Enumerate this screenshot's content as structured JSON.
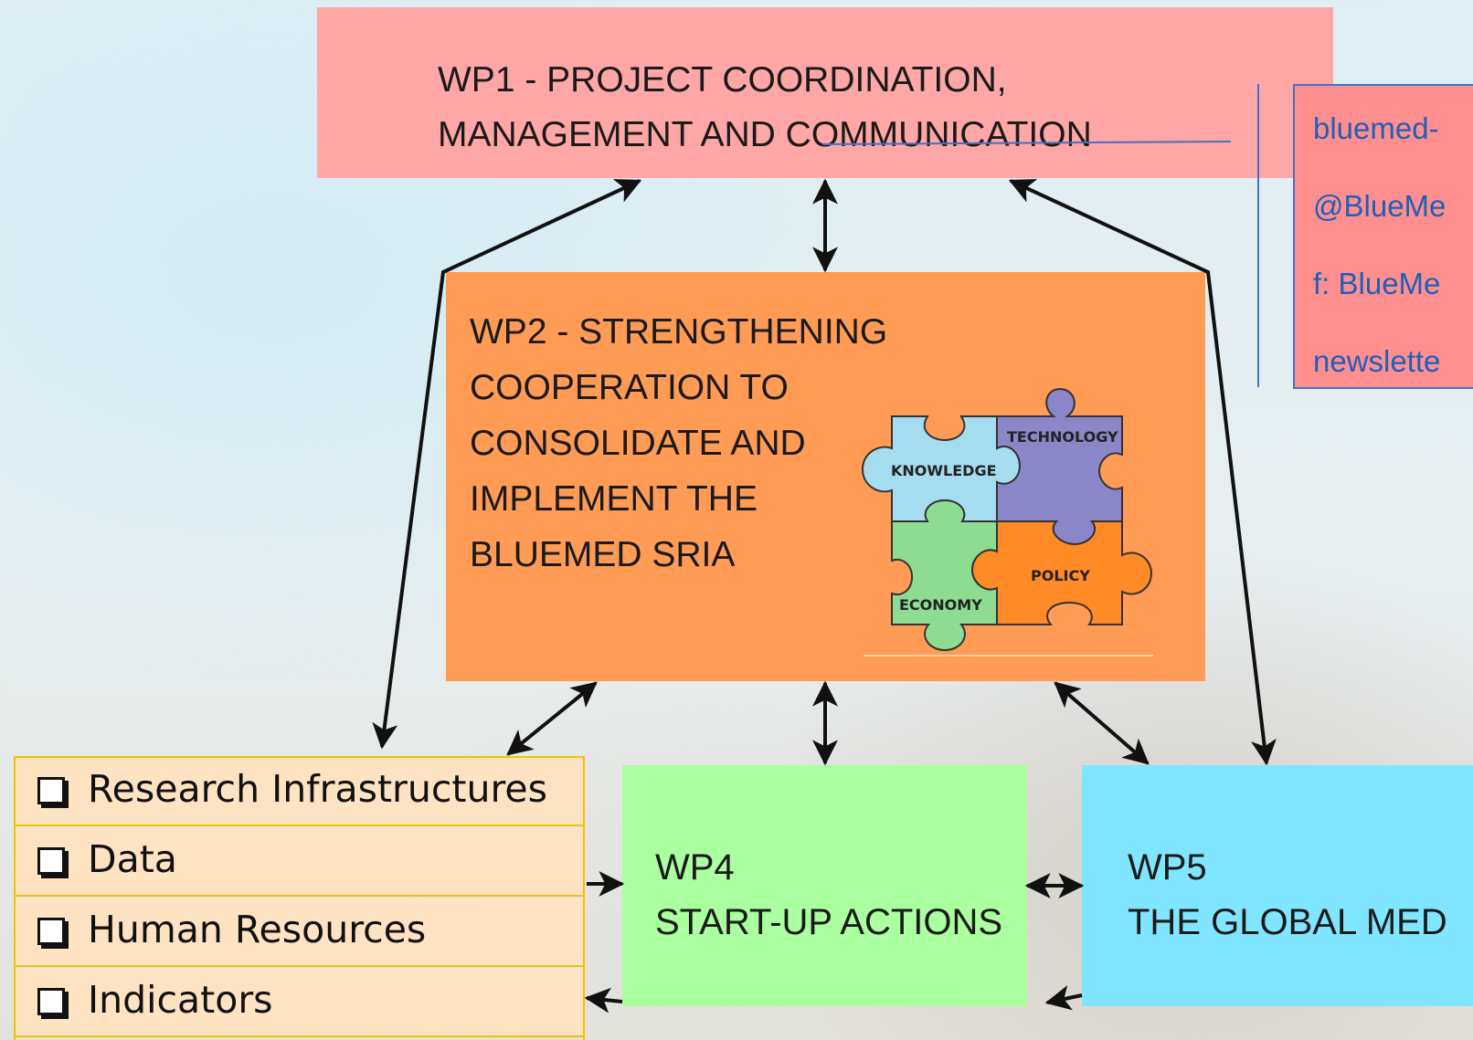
{
  "wp1": {
    "line1": "WP1 - PROJECT COORDINATION,",
    "line2": "MANAGEMENT AND COMMUNICATION"
  },
  "communication": {
    "items": [
      "bluemed-",
      "@BlueMe",
      "f: BlueMe",
      "newslette"
    ]
  },
  "wp2": {
    "lines": [
      "WP2 - STRENGTHENING",
      "COOPERATION TO",
      "CONSOLIDATE AND",
      "IMPLEMENT THE",
      "BLUEMED SRIA"
    ]
  },
  "puzzle": {
    "pieces": [
      {
        "label": "KNOWLEDGE",
        "color": "#a6dcef"
      },
      {
        "label": "TECHNOLOGY",
        "color": "#8b86c8"
      },
      {
        "label": "ECONOMY",
        "color": "#8edc92"
      },
      {
        "label": "POLICY",
        "color": "#ff8a26"
      }
    ]
  },
  "wp3": {
    "items": [
      "Research Infrastructures",
      "Data",
      "Human Resources",
      "Indicators"
    ]
  },
  "wp4": {
    "line1": "WP4",
    "line2": "START-UP ACTIONS"
  },
  "wp5": {
    "line1": "WP5",
    "line2": "THE GLOBAL MED"
  },
  "colors": {
    "wp1": "#ffa6a6",
    "wp2": "#ff9b55",
    "wp4": "#aaff9f",
    "wp5": "#80e6ff",
    "wp3_item": "#fde3c2",
    "wp3_border": "#f2c200",
    "link_text": "#1f5fb8"
  }
}
